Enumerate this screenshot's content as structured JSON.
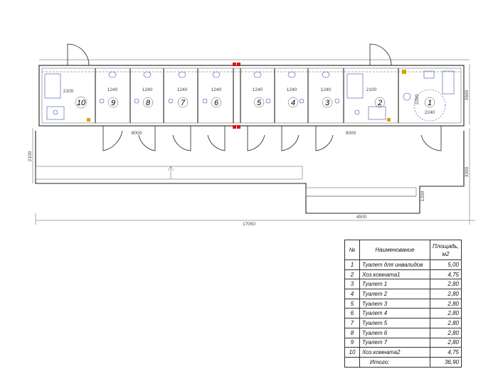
{
  "dimensions": {
    "top_room_width": "2100",
    "room_depth": "2600",
    "toilet_width": "1240",
    "accessible_room_width": "2240",
    "accessible_room_height": "2280",
    "accessible_second_width": "2100",
    "corridor_left": "8000",
    "corridor_right": "9000",
    "left_depth": "2100",
    "right_depth": "3300",
    "ramp_height": "1200",
    "ramp_length": "4500",
    "total_length": "17050"
  },
  "rooms": [
    "1",
    "2",
    "3",
    "4",
    "5",
    "6",
    "7",
    "8",
    "9",
    "10"
  ],
  "table": {
    "header": {
      "num": "№",
      "name": "Наименование",
      "area": "Площадь, м2"
    },
    "rows": [
      {
        "num": "1",
        "name": "Туалет для инвалидов",
        "area": "5,00"
      },
      {
        "num": "2",
        "name": "Хоз.комната1",
        "area": "4,75"
      },
      {
        "num": "3",
        "name": "Туалет 1",
        "area": "2,80"
      },
      {
        "num": "4",
        "name": "Туалет 2",
        "area": "2,80"
      },
      {
        "num": "5",
        "name": "Туалет 3",
        "area": "2,80"
      },
      {
        "num": "6",
        "name": "Туалет 4",
        "area": "2,80"
      },
      {
        "num": "7",
        "name": "Туалет 5",
        "area": "2,80"
      },
      {
        "num": "8",
        "name": "Туалет 6",
        "area": "2,80"
      },
      {
        "num": "9",
        "name": "Туалет 7",
        "area": "2,80"
      },
      {
        "num": "10",
        "name": "Хоз.комната2",
        "area": "4,75"
      }
    ],
    "total": {
      "label": "Итого:",
      "area": "36,90"
    }
  },
  "colors": {
    "fixture": "#3a4fb8",
    "accent": "#d9a400",
    "marker": "#e01010"
  }
}
